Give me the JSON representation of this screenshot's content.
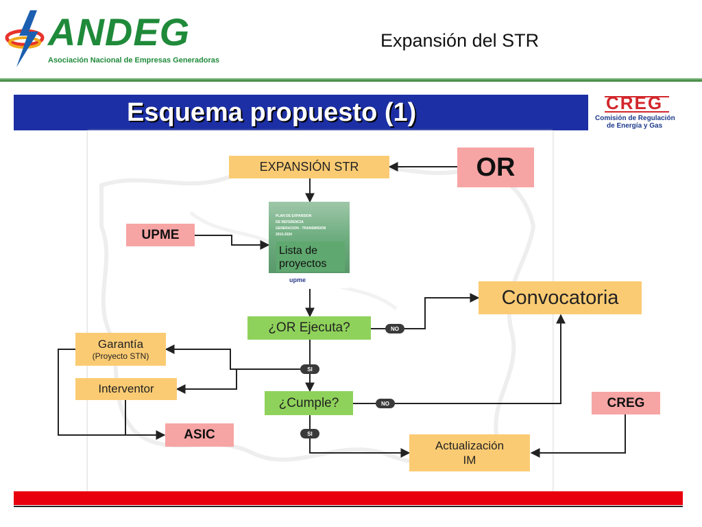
{
  "header": {
    "brand": "ANDEG",
    "brand_subtitle": "Asociación Nacional de Empresas Generadoras",
    "slide_title": "Expansión del STR",
    "banner_title": "Esquema propuesto (1)",
    "creg_brand": "CREG",
    "creg_subtitle_1": "Comisión de Regulación",
    "creg_subtitle_2": "de Energía y Gas"
  },
  "colors": {
    "green_brand": "#1f8a3a",
    "banner_blue": "#1c2fa4",
    "orange_box": "#fbcb73",
    "pink_box": "#f7a4a4",
    "green_box": "#8fd25b",
    "bottom_red": "#e8000d"
  },
  "nodes": {
    "expansion": "EXPANSIÓN STR",
    "or": "OR",
    "upme": "UPME",
    "plan_lines": [
      "PLAN DE EXPANSION",
      "DE REFERENCIA",
      "GENERACION - TRANSMISION",
      "2010-2024"
    ],
    "plan_label": "Lista de proyectos",
    "plan_footer": "upme",
    "convocatoria": "Convocatoria",
    "or_ejecuta": "¿OR Ejecuta?",
    "garantia": "Garantía",
    "garantia_sub": "(Proyecto STN)",
    "interventor": "Interventor",
    "cumple": "¿Cumple?",
    "creg": "CREG",
    "asic": "ASIC",
    "actualizacion_1": "Actualización",
    "actualizacion_2": "IM"
  },
  "labels": {
    "no_1": "NO",
    "si_1": "SI",
    "no_2": "NO",
    "si_2": "SI"
  },
  "icons": [
    "andeg-lightning-logo-icon",
    "creg-logo-icon"
  ]
}
